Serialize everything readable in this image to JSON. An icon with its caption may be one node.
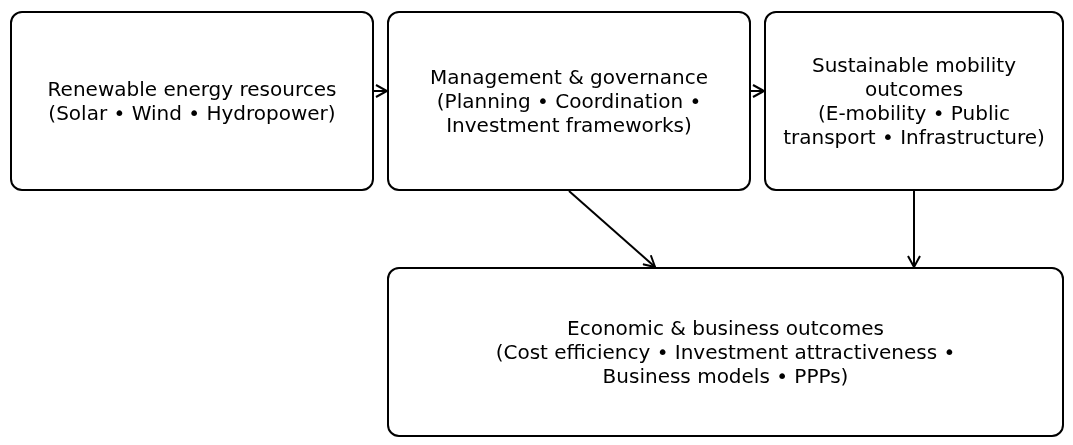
{
  "diagram": {
    "nodes": [
      {
        "text": [
          "Renewable energy resources",
          "(Solar • Wind • Hydropower)"
        ]
      },
      {
        "text": [
          "Management & governance",
          "(Planning • Coordination • Investment frameworks)"
        ]
      },
      {
        "text": [
          "Sustainable mobility outcomes",
          "(E-mobility • Public transport • Infrastructure)"
        ]
      },
      {
        "text": [
          "Economic & business outcomes",
          "(Cost efficiency • Investment attractiveness • Business models • PPPs)"
        ]
      }
    ],
    "edges": [
      {
        "from": 0,
        "to": 1,
        "arrow": "to"
      },
      {
        "from": 1,
        "to": 2,
        "arrow": "to"
      },
      {
        "from": 1,
        "to": 3,
        "arrow": "to"
      },
      {
        "from": 2,
        "to": 3,
        "arrow": "to"
      }
    ]
  }
}
